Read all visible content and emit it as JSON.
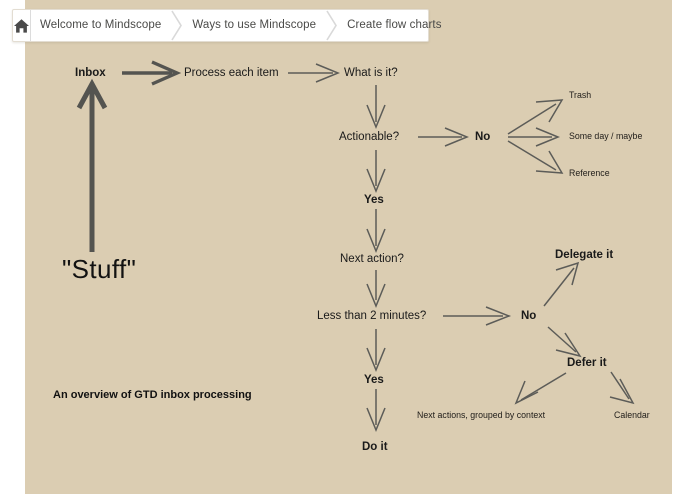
{
  "breadcrumb": {
    "home_icon": "home-icon",
    "separator_icon": "chevron-right-icon",
    "items": [
      {
        "label": "Welcome to Mindscope"
      },
      {
        "label": "Ways to use Mindscope"
      },
      {
        "label": "Create flow charts"
      }
    ]
  },
  "diagram": {
    "caption": "An overview of GTD inbox processing",
    "source_label": "\"Stuff\"",
    "nodes": {
      "inbox": "Inbox",
      "process": "Process each item",
      "what_is_it": "What is it?",
      "actionable": "Actionable?",
      "no_top": "No",
      "trash": "Trash",
      "someday": "Some day / maybe",
      "reference": "Reference",
      "yes_top": "Yes",
      "next_action": "Next action?",
      "less_than_2": "Less than 2 minutes?",
      "no_bottom": "No",
      "delegate": "Delegate it",
      "defer": "Defer it",
      "next_actions_context": "Next actions, grouped by context",
      "calendar": "Calendar",
      "yes_bottom": "Yes",
      "do_it": "Do it"
    }
  },
  "colors": {
    "canvas": "#dbcdb2",
    "arrow": "#5c5c58",
    "thick_arrow": "#545450",
    "text": "#1a1a1a",
    "bar": "#ffffff"
  }
}
